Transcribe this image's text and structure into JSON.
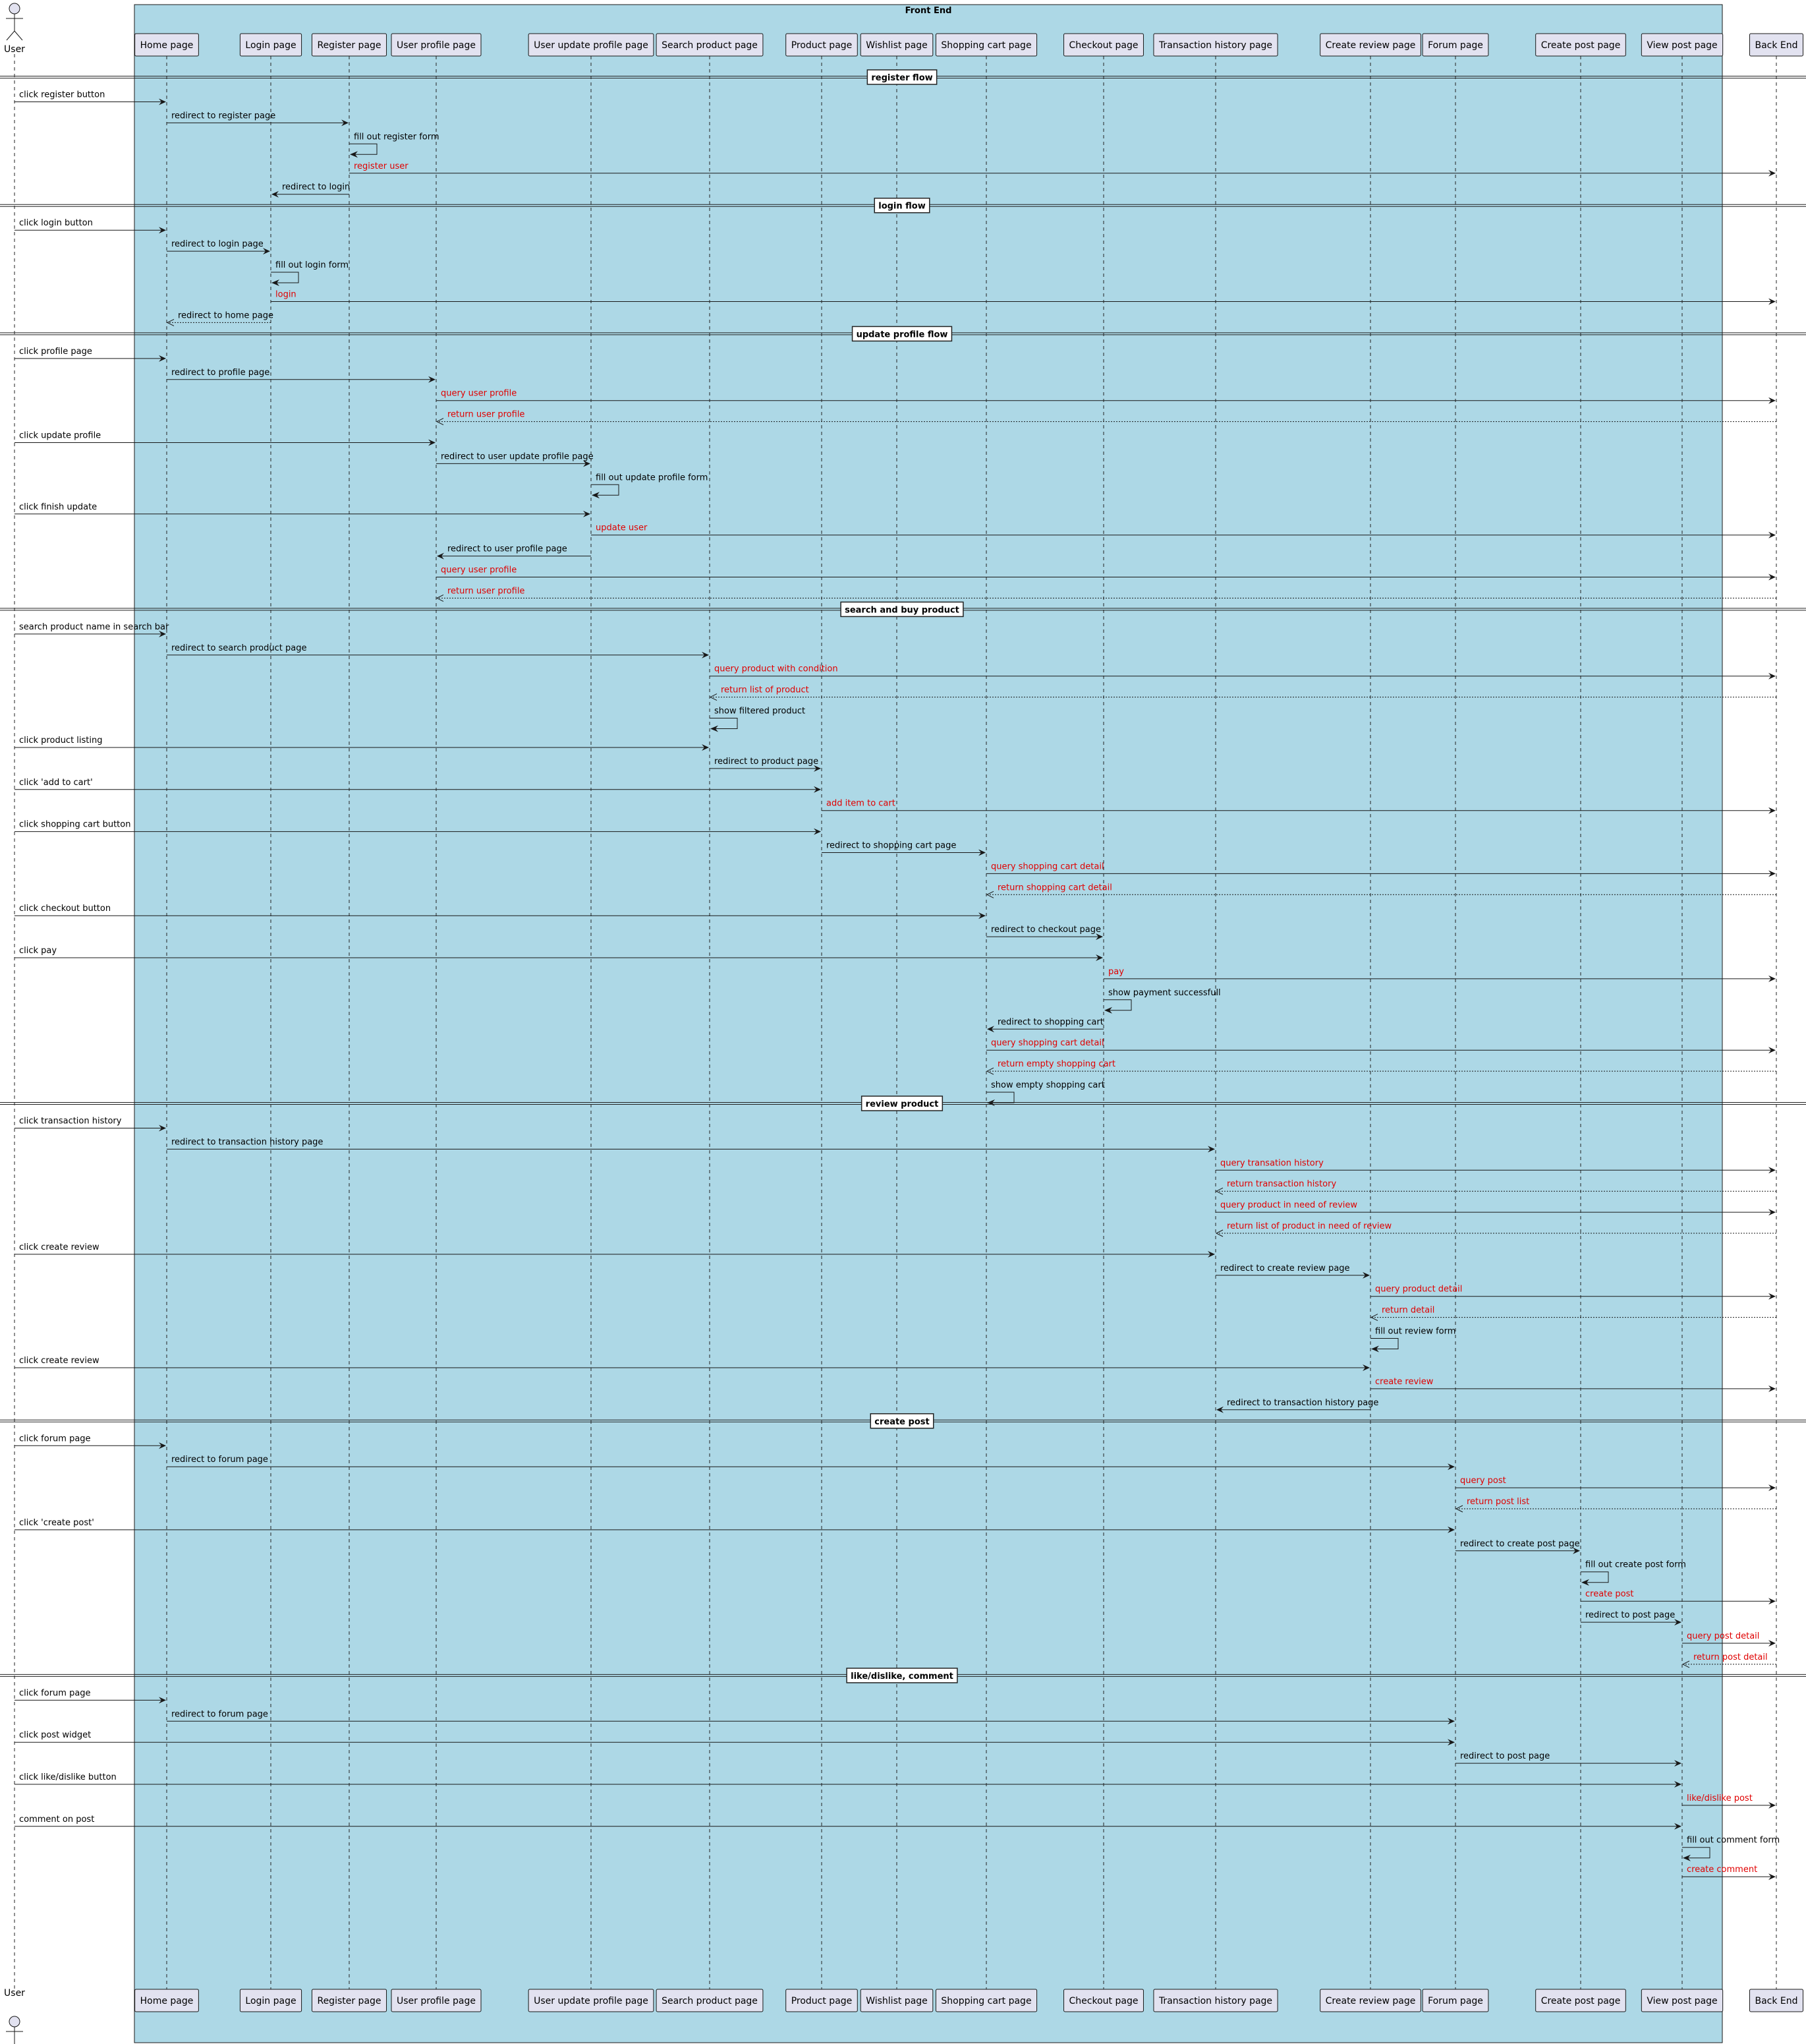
{
  "group_title": "Front End",
  "actor": {
    "name": "User"
  },
  "participants": [
    {
      "id": "home",
      "label": "Home page"
    },
    {
      "id": "login",
      "label": "Login page"
    },
    {
      "id": "register",
      "label": "Register page"
    },
    {
      "id": "profile",
      "label": "User profile page"
    },
    {
      "id": "update",
      "label": "User update profile page"
    },
    {
      "id": "search",
      "label": "Search product page"
    },
    {
      "id": "product",
      "label": "Product page"
    },
    {
      "id": "wishlist",
      "label": "Wishlist page"
    },
    {
      "id": "cart",
      "label": "Shopping cart page"
    },
    {
      "id": "checkout",
      "label": "Checkout page"
    },
    {
      "id": "history",
      "label": "Transaction history page"
    },
    {
      "id": "review",
      "label": "Create review page"
    },
    {
      "id": "forum",
      "label": "Forum page"
    },
    {
      "id": "createpost",
      "label": "Create post page"
    },
    {
      "id": "viewpost",
      "label": "View post page"
    },
    {
      "id": "backend",
      "label": "Back End"
    }
  ],
  "colors": {
    "group_fill": "#add8e6",
    "backend_message": "#e00000",
    "frontend_message": "#000000",
    "participant_fill": "#e2e2f0"
  },
  "events": [
    {
      "type": "divider",
      "label": "register flow"
    },
    {
      "type": "msg",
      "from": "user",
      "to": "home",
      "label": "click register button"
    },
    {
      "type": "msg",
      "from": "home",
      "to": "register",
      "label": "redirect to register page"
    },
    {
      "type": "self",
      "at": "register",
      "label": "fill out register form"
    },
    {
      "type": "msg",
      "from": "register",
      "to": "backend",
      "label": "register user",
      "red": true
    },
    {
      "type": "msg",
      "from": "register",
      "to": "login",
      "label": "redirect to login"
    },
    {
      "type": "divider",
      "label": "login flow"
    },
    {
      "type": "msg",
      "from": "user",
      "to": "home",
      "label": "click login button"
    },
    {
      "type": "msg",
      "from": "home",
      "to": "login",
      "label": "redirect to login page"
    },
    {
      "type": "self",
      "at": "login",
      "label": "fill out login form"
    },
    {
      "type": "msg",
      "from": "login",
      "to": "backend",
      "label": "login",
      "red": true
    },
    {
      "type": "msg",
      "from": "login",
      "to": "home",
      "label": "redirect to home page",
      "dashed": true
    },
    {
      "type": "divider",
      "label": "update profile flow"
    },
    {
      "type": "msg",
      "from": "user",
      "to": "home",
      "label": "click profile page"
    },
    {
      "type": "msg",
      "from": "home",
      "to": "profile",
      "label": "redirect to profile page"
    },
    {
      "type": "msg",
      "from": "profile",
      "to": "backend",
      "label": "query user profile",
      "red": true
    },
    {
      "type": "msg",
      "from": "backend",
      "to": "profile",
      "label": "return user profile",
      "red": true,
      "dashed": true
    },
    {
      "type": "msg",
      "from": "user",
      "to": "profile",
      "label": "click update profile"
    },
    {
      "type": "msg",
      "from": "profile",
      "to": "update",
      "label": "redirect to user update profile page"
    },
    {
      "type": "self",
      "at": "update",
      "label": "fill out update profile form"
    },
    {
      "type": "msg",
      "from": "user",
      "to": "update",
      "label": "click finish update"
    },
    {
      "type": "msg",
      "from": "update",
      "to": "backend",
      "label": "update user",
      "red": true
    },
    {
      "type": "msg",
      "from": "update",
      "to": "profile",
      "label": "redirect to user profile page"
    },
    {
      "type": "msg",
      "from": "profile",
      "to": "backend",
      "label": "query user profile",
      "red": true
    },
    {
      "type": "msg",
      "from": "backend",
      "to": "profile",
      "label": "return user profile",
      "red": true,
      "dashed": true
    },
    {
      "type": "divider",
      "label": "search and buy product"
    },
    {
      "type": "msg",
      "from": "user",
      "to": "home",
      "label": "search product name in search bar"
    },
    {
      "type": "msg",
      "from": "home",
      "to": "search",
      "label": "redirect to search product page"
    },
    {
      "type": "msg",
      "from": "search",
      "to": "backend",
      "label": "query product with condition",
      "red": true
    },
    {
      "type": "msg",
      "from": "backend",
      "to": "search",
      "label": "return list of product",
      "red": true,
      "dashed": true
    },
    {
      "type": "self",
      "at": "search",
      "label": "show filtered product"
    },
    {
      "type": "msg",
      "from": "user",
      "to": "search",
      "label": "click product listing"
    },
    {
      "type": "msg",
      "from": "search",
      "to": "product",
      "label": "redirect to product page"
    },
    {
      "type": "msg",
      "from": "user",
      "to": "product",
      "label": "click 'add to cart'"
    },
    {
      "type": "msg",
      "from": "product",
      "to": "backend",
      "label": "add item to cart",
      "red": true
    },
    {
      "type": "msg",
      "from": "user",
      "to": "product",
      "label": "click shopping cart button"
    },
    {
      "type": "msg",
      "from": "product",
      "to": "cart",
      "label": "redirect to shopping cart page"
    },
    {
      "type": "msg",
      "from": "cart",
      "to": "backend",
      "label": "query shopping cart detail",
      "red": true
    },
    {
      "type": "msg",
      "from": "backend",
      "to": "cart",
      "label": "return shopping cart detail",
      "red": true,
      "dashed": true
    },
    {
      "type": "msg",
      "from": "user",
      "to": "cart",
      "label": "click checkout button"
    },
    {
      "type": "msg",
      "from": "cart",
      "to": "checkout",
      "label": "redirect to checkout page"
    },
    {
      "type": "msg",
      "from": "user",
      "to": "checkout",
      "label": "click pay"
    },
    {
      "type": "msg",
      "from": "checkout",
      "to": "backend",
      "label": "pay",
      "red": true
    },
    {
      "type": "self",
      "at": "checkout",
      "label": "show payment successfull"
    },
    {
      "type": "msg",
      "from": "checkout",
      "to": "cart",
      "label": "redirect to shopping cart"
    },
    {
      "type": "msg",
      "from": "cart",
      "to": "backend",
      "label": "query shopping cart detail",
      "red": true
    },
    {
      "type": "msg",
      "from": "backend",
      "to": "cart",
      "label": "return empty shopping cart",
      "red": true,
      "dashed": true
    },
    {
      "type": "self",
      "at": "cart",
      "label": "show empty shopping cart"
    },
    {
      "type": "divider",
      "label": "review product"
    },
    {
      "type": "msg",
      "from": "user",
      "to": "home",
      "label": "click transaction history"
    },
    {
      "type": "msg",
      "from": "home",
      "to": "history",
      "label": "redirect to transaction history page"
    },
    {
      "type": "msg",
      "from": "history",
      "to": "backend",
      "label": "query transation history",
      "red": true
    },
    {
      "type": "msg",
      "from": "backend",
      "to": "history",
      "label": "return transaction history",
      "red": true,
      "dashed": true
    },
    {
      "type": "msg",
      "from": "history",
      "to": "backend",
      "label": "query product in need of review",
      "red": true
    },
    {
      "type": "msg",
      "from": "backend",
      "to": "history",
      "label": "return list of product in need of review",
      "red": true,
      "dashed": true
    },
    {
      "type": "msg",
      "from": "user",
      "to": "history",
      "label": "click create review"
    },
    {
      "type": "msg",
      "from": "history",
      "to": "review",
      "label": "redirect to create review page"
    },
    {
      "type": "msg",
      "from": "review",
      "to": "backend",
      "label": "query product detail",
      "red": true
    },
    {
      "type": "msg",
      "from": "backend",
      "to": "review",
      "label": "return detail",
      "red": true,
      "dashed": true
    },
    {
      "type": "self",
      "at": "review",
      "label": "fill out review form"
    },
    {
      "type": "msg",
      "from": "user",
      "to": "review",
      "label": "click create review"
    },
    {
      "type": "msg",
      "from": "review",
      "to": "backend",
      "label": "create review",
      "red": true
    },
    {
      "type": "msg",
      "from": "review",
      "to": "history",
      "label": "redirect to transaction history page"
    },
    {
      "type": "divider",
      "label": "create post"
    },
    {
      "type": "msg",
      "from": "user",
      "to": "home",
      "label": "click forum page"
    },
    {
      "type": "msg",
      "from": "home",
      "to": "forum",
      "label": "redirect to forum page"
    },
    {
      "type": "msg",
      "from": "forum",
      "to": "backend",
      "label": "query post",
      "red": true
    },
    {
      "type": "msg",
      "from": "backend",
      "to": "forum",
      "label": "return post list",
      "red": true,
      "dashed": true
    },
    {
      "type": "msg",
      "from": "user",
      "to": "forum",
      "label": "click 'create post'"
    },
    {
      "type": "msg",
      "from": "forum",
      "to": "createpost",
      "label": "redirect to create post page"
    },
    {
      "type": "self",
      "at": "createpost",
      "label": "fill out create post form"
    },
    {
      "type": "msg",
      "from": "createpost",
      "to": "backend",
      "label": "create post",
      "red": true
    },
    {
      "type": "msg",
      "from": "createpost",
      "to": "viewpost",
      "label": "redirect to post page"
    },
    {
      "type": "msg",
      "from": "viewpost",
      "to": "backend",
      "label": "query post detail",
      "red": true
    },
    {
      "type": "msg",
      "from": "backend",
      "to": "viewpost",
      "label": "return post detail",
      "red": true,
      "dashed": true
    },
    {
      "type": "divider",
      "label": "like/dislike, comment"
    },
    {
      "type": "msg",
      "from": "user",
      "to": "home",
      "label": "click forum page"
    },
    {
      "type": "msg",
      "from": "home",
      "to": "forum",
      "label": "redirect to forum page"
    },
    {
      "type": "msg",
      "from": "user",
      "to": "forum",
      "label": "click post widget"
    },
    {
      "type": "msg",
      "from": "forum",
      "to": "viewpost",
      "label": "redirect to post page"
    },
    {
      "type": "msg",
      "from": "user",
      "to": "viewpost",
      "label": "click like/dislike button"
    },
    {
      "type": "msg",
      "from": "viewpost",
      "to": "backend",
      "label": "like/dislike post",
      "red": true
    },
    {
      "type": "msg",
      "from": "user",
      "to": "viewpost",
      "label": "comment on post"
    },
    {
      "type": "self",
      "at": "viewpost",
      "label": "fill out comment form"
    },
    {
      "type": "msg",
      "from": "viewpost",
      "to": "backend",
      "label": "create comment",
      "red": true
    }
  ]
}
